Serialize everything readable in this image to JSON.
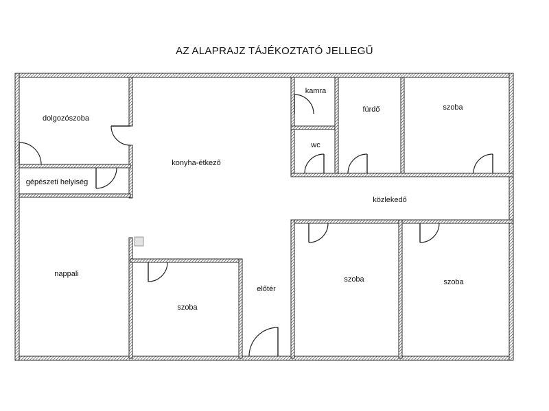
{
  "title": "AZ ALAPRAJZ TÁJÉKOZTATÓ JELLEGŰ",
  "rooms": {
    "dolgozoszoba": "dolgozószoba",
    "gepeszeti": "gépészeti helyiség",
    "konyha": "konyha-étkező",
    "kamra": "kamra",
    "furdo": "fürdő",
    "szoba_ne": "szoba",
    "wc": "wc",
    "kozlekedo": "közlekedő",
    "nappali": "nappali",
    "szoba_center": "szoba",
    "eloter": "előtér",
    "szoba_se1": "szoba",
    "szoba_se2": "szoba"
  },
  "colors": {
    "wall_stroke": "#2b2b2b",
    "wall_hatch": "#3a3a3a",
    "background": "#ffffff"
  }
}
